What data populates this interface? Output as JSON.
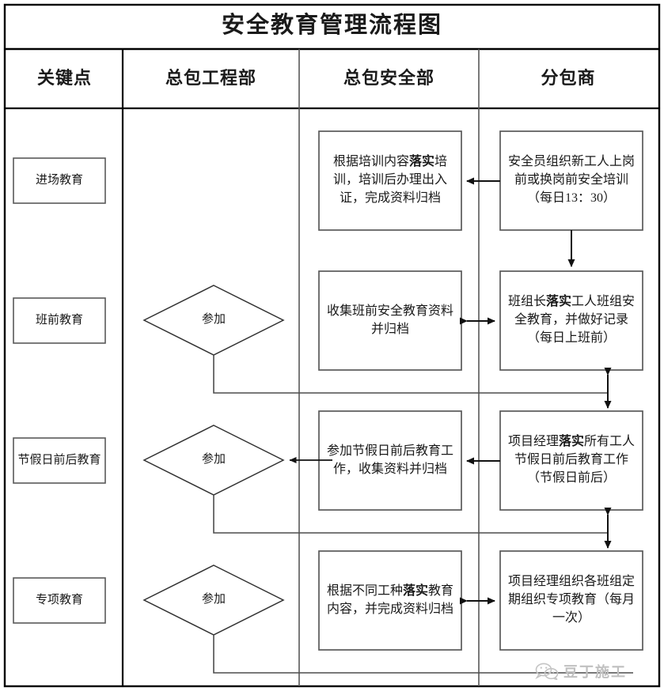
{
  "title": "安全教育管理流程图",
  "columns": [
    {
      "key": "key_point",
      "label": "关键点"
    },
    {
      "key": "gc_dept",
      "label": "总包工程部"
    },
    {
      "key": "aq_dept",
      "label": "总包安全部"
    },
    {
      "key": "sub",
      "label": "分包商"
    }
  ],
  "rows": [
    {
      "key_point": "进场教育",
      "decision": "",
      "safety_dept": {
        "pre": "根据培训内容",
        "bold": "落实",
        "post": "培训，培训后办理出入证，完成资料归档"
      },
      "subcontractor": {
        "pre": "安全员组织新工人上岗前或换岗前安全培训（每日13：30）",
        "bold": "",
        "post": ""
      }
    },
    {
      "key_point": "班前教育",
      "decision": "参加",
      "safety_dept": {
        "pre": "收集班前安全教育资料并归档",
        "bold": "",
        "post": ""
      },
      "subcontractor": {
        "pre": "班组长",
        "bold": "落实",
        "post": "工人班组安全教育，并做好记录（每日上班前）"
      }
    },
    {
      "key_point": "节假日前后教育",
      "decision": "参加",
      "safety_dept": {
        "pre": "参加节假日前后教育工作，收集资料并归档",
        "bold": "",
        "post": ""
      },
      "subcontractor": {
        "pre": "项目经理",
        "bold": "落实",
        "post": "所有工人节假日前后教育工作（节假日前后）"
      }
    },
    {
      "key_point": "专项教育",
      "decision": "参加",
      "safety_dept": {
        "pre": "根据不同工种",
        "bold": "落实",
        "post": "教育内容，并完成资料归档"
      },
      "subcontractor": {
        "pre": "项目经理组织各班组定期组织专项教育（每月一次）",
        "bold": "",
        "post": ""
      }
    }
  ],
  "watermark": {
    "icon": "wechat-icon",
    "text": "豆丁施工"
  },
  "colors": {
    "frame": "#000000",
    "line": "#4d4d4d",
    "box_border": "#595959",
    "text": "#1a1a1a",
    "watermark": "#c0c0c0",
    "background": "#ffffff"
  }
}
